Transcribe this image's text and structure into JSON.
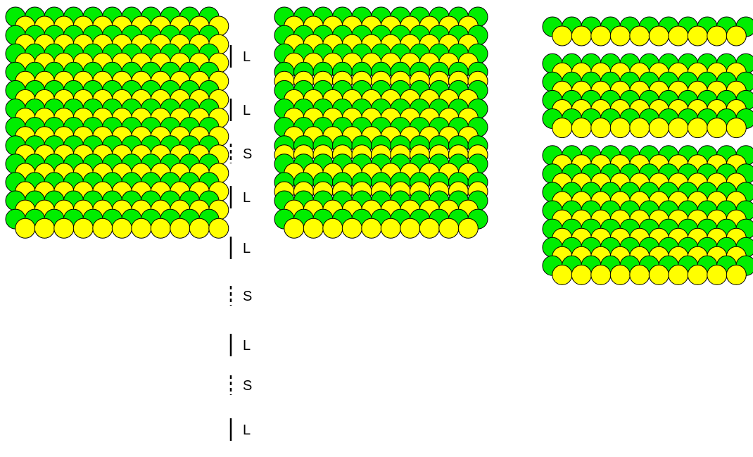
{
  "colors": {
    "green": "#00ee00",
    "yellow": "#ffff00",
    "stroke": "#000000",
    "background": "#ffffff"
  },
  "panel_a": {
    "rows": [
      "A",
      "B",
      "A",
      "B",
      "A",
      "B",
      "A",
      "B",
      "A",
      "B",
      "A",
      "B",
      "A",
      "B",
      "A",
      "B",
      "A",
      "B",
      "A",
      "B",
      "A",
      "B",
      "A",
      "B"
    ],
    "stacking_labels": [
      {
        "text": "L",
        "stroke": "solid"
      },
      {
        "text": "L",
        "stroke": "solid"
      },
      {
        "text": "S",
        "stroke": "dashed"
      },
      {
        "text": "L",
        "stroke": "solid"
      },
      {
        "text": "L",
        "stroke": "solid"
      },
      {
        "text": "S",
        "stroke": "dashed"
      },
      {
        "text": "L",
        "stroke": "solid"
      },
      {
        "text": "S",
        "stroke": "dashed"
      },
      {
        "text": "L",
        "stroke": "solid"
      }
    ]
  },
  "panel_b": {
    "rows": [
      "A",
      "B",
      "A",
      "B",
      "A",
      "B",
      "A",
      "S",
      "A",
      "B",
      "A",
      "B",
      "A",
      "B",
      "A",
      "S",
      "A",
      "B",
      "A",
      "S",
      "A",
      "B",
      "A",
      "B"
    ]
  },
  "panel_c": {
    "rows": [
      "A",
      "B",
      "gap",
      "A",
      "B",
      "A",
      "B",
      "A",
      "B",
      "A",
      "B",
      "gap",
      "A",
      "B",
      "A",
      "B",
      "A",
      "B",
      "A",
      "B",
      "A",
      "B",
      "A",
      "B",
      "A",
      "B"
    ]
  }
}
